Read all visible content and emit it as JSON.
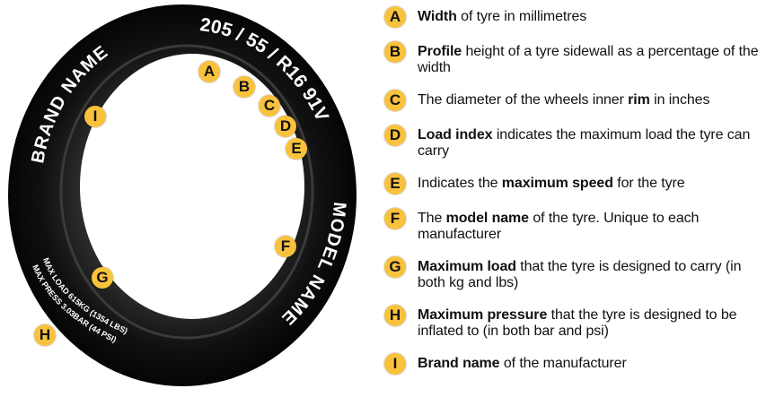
{
  "tyre": {
    "size_text": "205 / 55 / R16 91V",
    "brand_text": "BRAND NAME",
    "model_text": "MODEL NAME",
    "max_load_text": "MAX LOAD 615KG (1354 LBS)",
    "max_press_text": "MAX PRESS 3.03BAR (44 PSI)",
    "markers": {
      "A": "A",
      "B": "B",
      "C": "C",
      "D": "D",
      "E": "E",
      "F": "F",
      "G": "G",
      "H": "H",
      "I": "I"
    }
  },
  "badge_color": "#f9c23c",
  "legend": [
    {
      "letter": "A",
      "pre": "",
      "bold": "Width",
      "post": " of tyre in millimetres"
    },
    {
      "letter": "B",
      "pre": "",
      "bold": "Profile",
      "post": " height of a tyre sidewall as a percentage of the width"
    },
    {
      "letter": "C",
      "pre": "The diameter of the wheels inner ",
      "bold": "rim",
      "post": " in inches"
    },
    {
      "letter": "D",
      "pre": "",
      "bold": "Load index",
      "post": " indicates the maximum load the tyre can carry"
    },
    {
      "letter": "E",
      "pre": "Indicates the ",
      "bold": "maximum speed",
      "post": " for the tyre"
    },
    {
      "letter": "F",
      "pre": "The ",
      "bold": "model name",
      "post": " of the tyre. Unique to each manufacturer"
    },
    {
      "letter": "G",
      "pre": "",
      "bold": "Maximum load",
      "post": " that the tyre is designed to carry (in both kg and lbs)"
    },
    {
      "letter": "H",
      "pre": "",
      "bold": "Maximum pressure",
      "post": " that the tyre is designed to be inflated to (in both bar and psi)"
    },
    {
      "letter": "I",
      "pre": "",
      "bold": "Brand name",
      "post": " of the manufacturer"
    }
  ]
}
